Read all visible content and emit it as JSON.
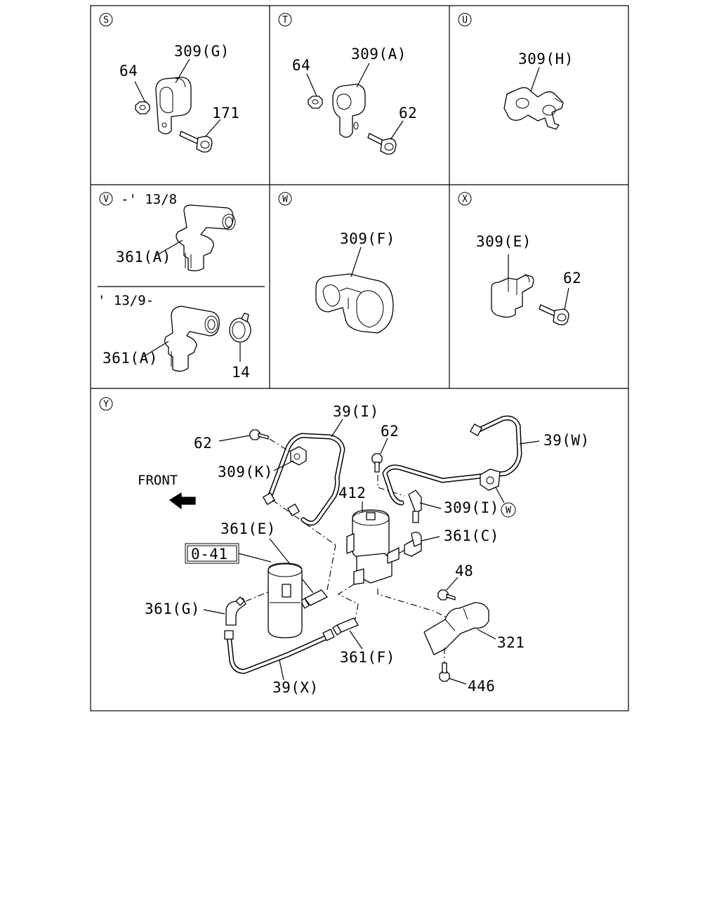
{
  "panels": {
    "S": {
      "letter": "S",
      "labels": {
        "clip": "309(G)",
        "nut": "64",
        "bolt": "171"
      }
    },
    "T": {
      "letter": "T",
      "labels": {
        "clip": "309(A)",
        "nut": "64",
        "bolt": "62"
      }
    },
    "U": {
      "letter": "U",
      "labels": {
        "clip": "309(H)"
      }
    },
    "V": {
      "letter": "V",
      "period": "-' 13/8",
      "period2": "' 13/9-",
      "labels": {
        "union_a": "361(A)",
        "union_b": "361(A)",
        "ring": "14"
      }
    },
    "W": {
      "letter": "W",
      "labels": {
        "clip": "309(F)"
      }
    },
    "X": {
      "letter": "X",
      "labels": {
        "clip": "309(E)",
        "bolt": "62"
      }
    },
    "Y": {
      "letter": "Y",
      "front": "FRONT",
      "ref_box": "0-41",
      "clip_marker": "W",
      "labels": {
        "pipe_i": "39(I)",
        "bolt_62a": "62",
        "bolt_62b": "62",
        "pipe_w": "39(W)",
        "clip_k": "309(K)",
        "clip_i": "309(I)",
        "valve": "412",
        "union_e": "361(E)",
        "union_c": "361(C)",
        "bolt_48": "48",
        "union_g": "361(G)",
        "bracket": "321",
        "union_f": "361(F)",
        "bolt_446": "446",
        "pipe_x": "39(X)"
      }
    }
  }
}
